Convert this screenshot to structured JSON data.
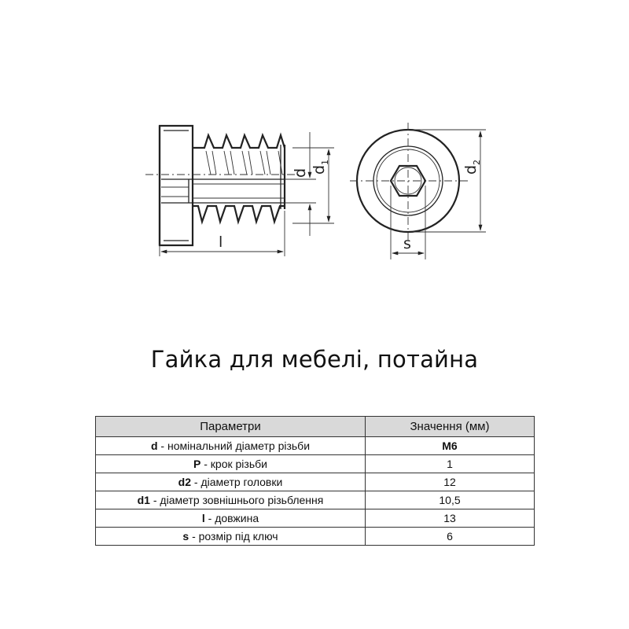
{
  "drawing": {
    "dimension_labels": {
      "d": "d",
      "d1_main": "d",
      "d1_sub": "1",
      "d2_main": "d",
      "d2_sub": "2",
      "l": "l",
      "s": "s"
    }
  },
  "title": "Гайка для мебелі, потайна",
  "table": {
    "headers": [
      "Параметри",
      "Значення (мм)"
    ],
    "rows": [
      {
        "symbol": "d",
        "description": " - номінальний діаметр різьби",
        "value": "М6",
        "value_bold": true
      },
      {
        "symbol": "P",
        "description": " - крок різьби",
        "value": "1",
        "value_bold": false
      },
      {
        "symbol": "d2",
        "description": " - діаметр головки",
        "value": "12",
        "value_bold": false
      },
      {
        "symbol": "d1",
        "description": " - діаметр зовнішнього різьблення",
        "value": "10,5",
        "value_bold": false
      },
      {
        "symbol": "l",
        "description": " - довжина",
        "value": "13",
        "value_bold": false
      },
      {
        "symbol": "s",
        "description": " - розмір під ключ",
        "value": "6",
        "value_bold": false
      }
    ]
  }
}
